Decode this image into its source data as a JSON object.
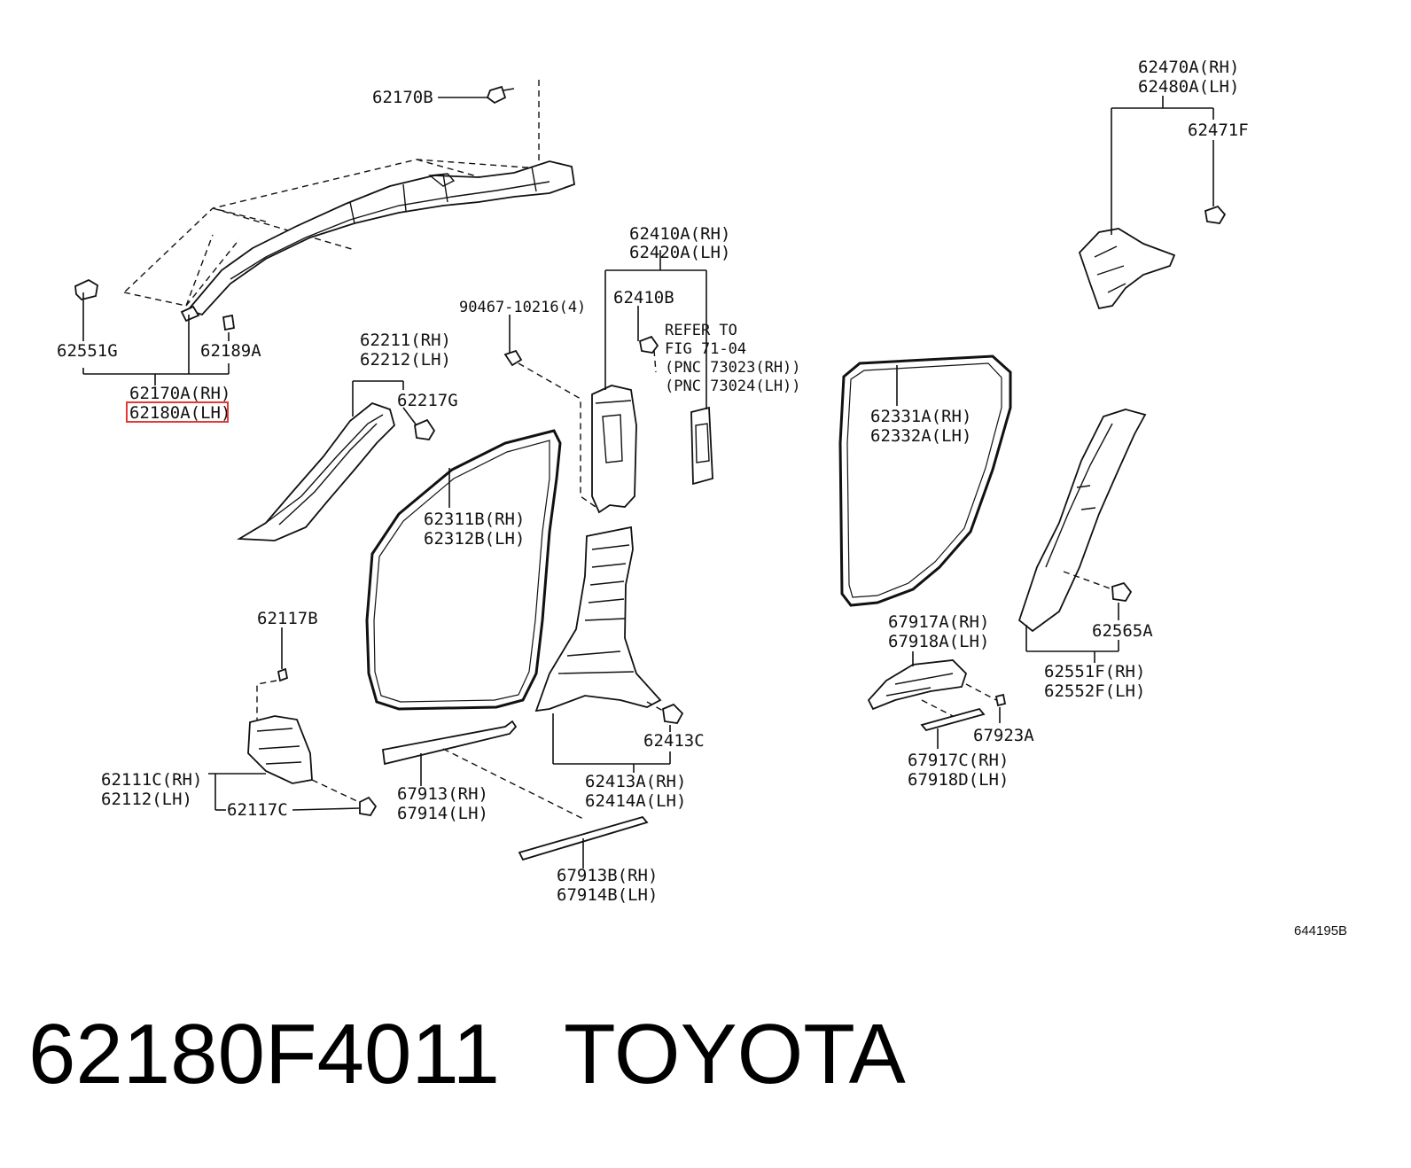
{
  "labels": {
    "l62170b": "62170B",
    "l62551g": "62551G",
    "l62189a": "62189A",
    "l62170a": "62170A(RH)",
    "l62180a": "62180A(LH)",
    "l62211": "62211(RH)",
    "l62212": "62212(LH)",
    "l62217g": "62217G",
    "l90467": "90467-10216(4)",
    "l62410a": "62410A(RH)",
    "l62420a": "62420A(LH)",
    "l62410b": "62410B",
    "refer1": "REFER TO",
    "refer2": "FIG 71-04",
    "refer3": "(PNC 73023(RH))",
    "refer4": "(PNC 73024(LH))",
    "l62470a": "62470A(RH)",
    "l62480a": "62480A(LH)",
    "l62471f": "62471F",
    "l62331a": "62331A(RH)",
    "l62332a": "62332A(LH)",
    "l62311b": "62311B(RH)",
    "l62312b": "62312B(LH)",
    "l62117b": "62117B",
    "l62111c": "62111C(RH)",
    "l62112": "62112(LH)",
    "l62117c": "62117C",
    "l67913": "67913(RH)",
    "l67914": "67914(LH)",
    "l62413c": "62413C",
    "l62413a": "62413A(RH)",
    "l62414a": "62414A(LH)",
    "l67913b": "67913B(RH)",
    "l67914b": "67914B(LH)",
    "l67917a": "67917A(RH)",
    "l67918a": "67918A(LH)",
    "l67923a": "67923A",
    "l67917c": "67917C(RH)",
    "l67918d": "67918D(LH)",
    "l62565a": "62565A",
    "l62551f": "62551F(RH)",
    "l62552f": "62552F(LH)"
  },
  "figure_code": "644195B",
  "part_number": "62180F4011",
  "brand": "TOYOTA",
  "highlight_color": "#e53935"
}
